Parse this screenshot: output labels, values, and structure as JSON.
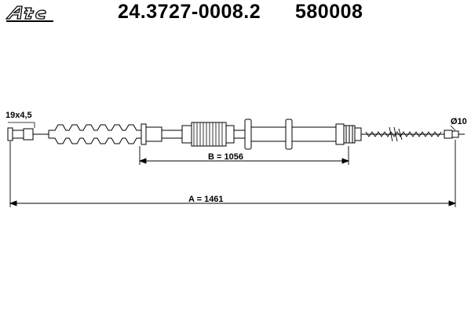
{
  "header": {
    "brand": "Ate",
    "part_number": "24.3727-0008.2",
    "alt_number": "580008"
  },
  "dimensions": {
    "left_end": "19x4,5",
    "right_end": "Ø10",
    "b_label": "B = 1056",
    "a_label": "A = 1461"
  },
  "colors": {
    "header_bg": "#ffffff",
    "line": "#000000",
    "background": "#ffffff"
  }
}
